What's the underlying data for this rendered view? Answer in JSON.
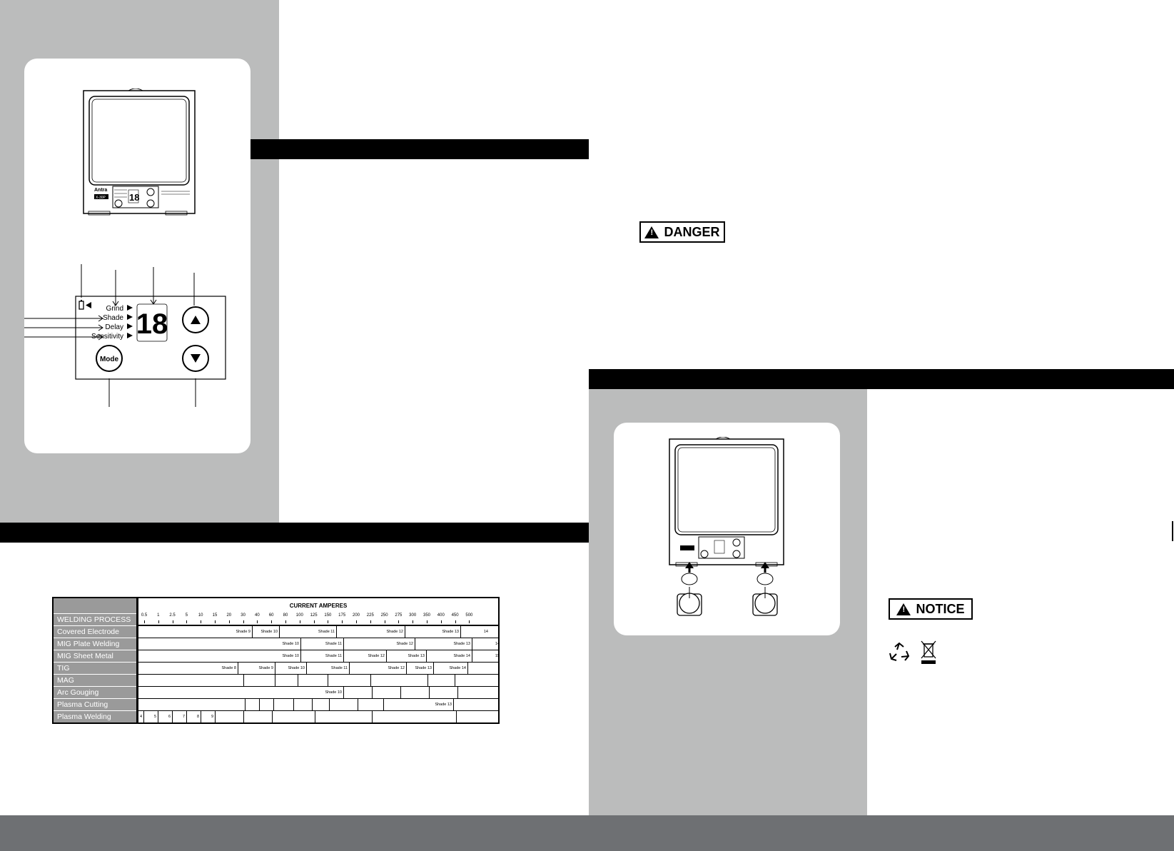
{
  "display": {
    "labels": [
      "Grind",
      "Shade",
      "Delay",
      "Sensitivity"
    ],
    "digits": "18",
    "mode_button": "Mode",
    "up_symbol": "▲",
    "down_symbol": "▼"
  },
  "mini_panel": {
    "brand": "Antra",
    "model": "X-30P",
    "digits": "18"
  },
  "warnings": {
    "danger": "DANGER",
    "notice": "NOTICE"
  },
  "shade_table": {
    "title": "CURRENT AMPERES",
    "process_header": "WELDING PROCESS",
    "amperes": [
      "0.5",
      "1",
      "2.5",
      "5",
      "10",
      "15",
      "20",
      "30",
      "40",
      "60",
      "80",
      "100",
      "125",
      "150",
      "175",
      "200",
      "225",
      "250",
      "275",
      "300",
      "350",
      "400",
      "450",
      "500"
    ],
    "rows": [
      {
        "name": "Covered Electrode",
        "segments": [
          {
            "w": 160,
            "t": "Shade 9"
          },
          {
            "w": 38,
            "t": "Shade 10"
          },
          {
            "w": 80,
            "t": "Shade 11"
          },
          {
            "w": 96,
            "t": "Shade 12"
          },
          {
            "w": 78,
            "t": "Shade 13"
          },
          {
            "w": 40,
            "t": "14"
          }
        ]
      },
      {
        "name": "MIG Plate Welding",
        "segments": [
          {
            "w": 228,
            "t": "Shade 10"
          },
          {
            "w": 60,
            "t": "Shade 11"
          },
          {
            "w": 100,
            "t": "Shade 12"
          },
          {
            "w": 80,
            "t": "Shade 13"
          },
          {
            "w": 40,
            "t": "14"
          }
        ]
      },
      {
        "name": "MIG Sheet Metal",
        "segments": [
          {
            "w": 228,
            "t": "Shade 10"
          },
          {
            "w": 60,
            "t": "Shade 11"
          },
          {
            "w": 60,
            "t": "Shade 12"
          },
          {
            "w": 56,
            "t": "Shade 13"
          },
          {
            "w": 64,
            "t": "Shade 14"
          },
          {
            "w": 40,
            "t": "15"
          }
        ]
      },
      {
        "name": "TIG",
        "segments": [
          {
            "w": 140,
            "t": "Shade 8"
          },
          {
            "w": 52,
            "t": "Shade 9"
          },
          {
            "w": 44,
            "t": "Shade 10"
          },
          {
            "w": 60,
            "t": "Shade 11"
          },
          {
            "w": 80,
            "t": "Shade 12"
          },
          {
            "w": 38,
            "t": "Shade 13"
          },
          {
            "w": 48,
            "t": "Shade 14"
          },
          {
            "w": 46,
            "t": ""
          }
        ]
      },
      {
        "name": "MAG",
        "segments": [
          {
            "w": 148,
            "t": ""
          },
          {
            "w": 44,
            "t": ""
          },
          {
            "w": 32,
            "t": ""
          },
          {
            "w": 42,
            "t": ""
          },
          {
            "w": 60,
            "t": ""
          },
          {
            "w": 80,
            "t": ""
          },
          {
            "w": 38,
            "t": ""
          },
          {
            "w": 64,
            "t": ""
          }
        ]
      },
      {
        "name": "Arc Gouging",
        "segments": [
          {
            "w": 288,
            "t": "Shade 10"
          },
          {
            "w": 40,
            "t": ""
          },
          {
            "w": 40,
            "t": ""
          },
          {
            "w": 40,
            "t": ""
          },
          {
            "w": 40,
            "t": ""
          },
          {
            "w": 60,
            "t": ""
          }
        ]
      },
      {
        "name": "Plasma Cutting",
        "segments": [
          {
            "w": 150,
            "t": ""
          },
          {
            "w": 20,
            "t": ""
          },
          {
            "w": 20,
            "t": ""
          },
          {
            "w": 28,
            "t": ""
          },
          {
            "w": 26,
            "t": ""
          },
          {
            "w": 24,
            "t": ""
          },
          {
            "w": 40,
            "t": ""
          },
          {
            "w": 36,
            "t": ""
          },
          {
            "w": 98,
            "t": "Shade 13"
          },
          {
            "w": 60,
            "t": ""
          }
        ]
      },
      {
        "name": "Plasma Welding",
        "segments": [
          {
            "w": 8,
            "t": "4"
          },
          {
            "w": 20,
            "t": "5"
          },
          {
            "w": 20,
            "t": "6"
          },
          {
            "w": 20,
            "t": "7"
          },
          {
            "w": 20,
            "t": "8"
          },
          {
            "w": 20,
            "t": "9"
          },
          {
            "w": 40,
            "t": ""
          },
          {
            "w": 40,
            "t": ""
          },
          {
            "w": 60,
            "t": ""
          },
          {
            "w": 80,
            "t": ""
          },
          {
            "w": 118,
            "t": ""
          },
          {
            "w": 62,
            "t": ""
          }
        ]
      }
    ]
  }
}
